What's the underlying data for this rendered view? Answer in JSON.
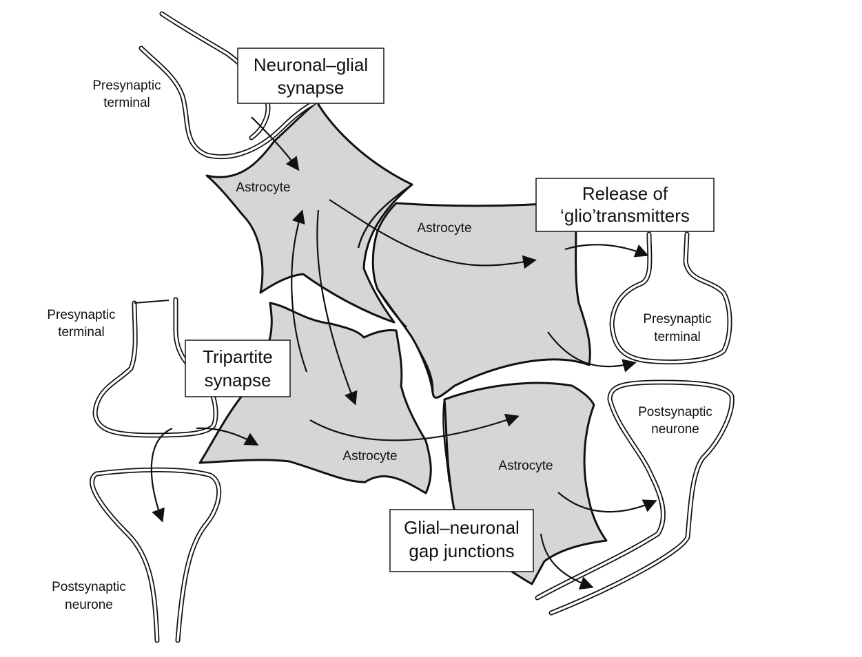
{
  "labels": {
    "presynaptic_top": [
      "Presynaptic",
      "terminal"
    ],
    "presynaptic_left": [
      "Presynaptic",
      "terminal"
    ],
    "presynaptic_right": [
      "Presynaptic",
      "terminal"
    ],
    "postsynaptic_left": [
      "Postsynaptic",
      "neurone"
    ],
    "postsynaptic_right": [
      "Postsynaptic",
      "neurone"
    ],
    "astrocyte_top": "Astrocyte",
    "astrocyte_right": "Astrocyte",
    "astrocyte_center": "Astrocyte",
    "astrocyte_bottom_right": "Astrocyte"
  },
  "boxes": {
    "neuronal_glial": [
      "Neuronal–glial",
      "synapse"
    ],
    "release": [
      "Release of",
      "‘glio’transmitters"
    ],
    "tripartite": [
      "Tripartite",
      "synapse"
    ],
    "gap_junctions": [
      "Glial–neuronal",
      "gap junctions"
    ]
  },
  "colors": {
    "astrocyte_fill": "#d6d6d6",
    "outline": "#111111",
    "background": "#ffffff"
  }
}
